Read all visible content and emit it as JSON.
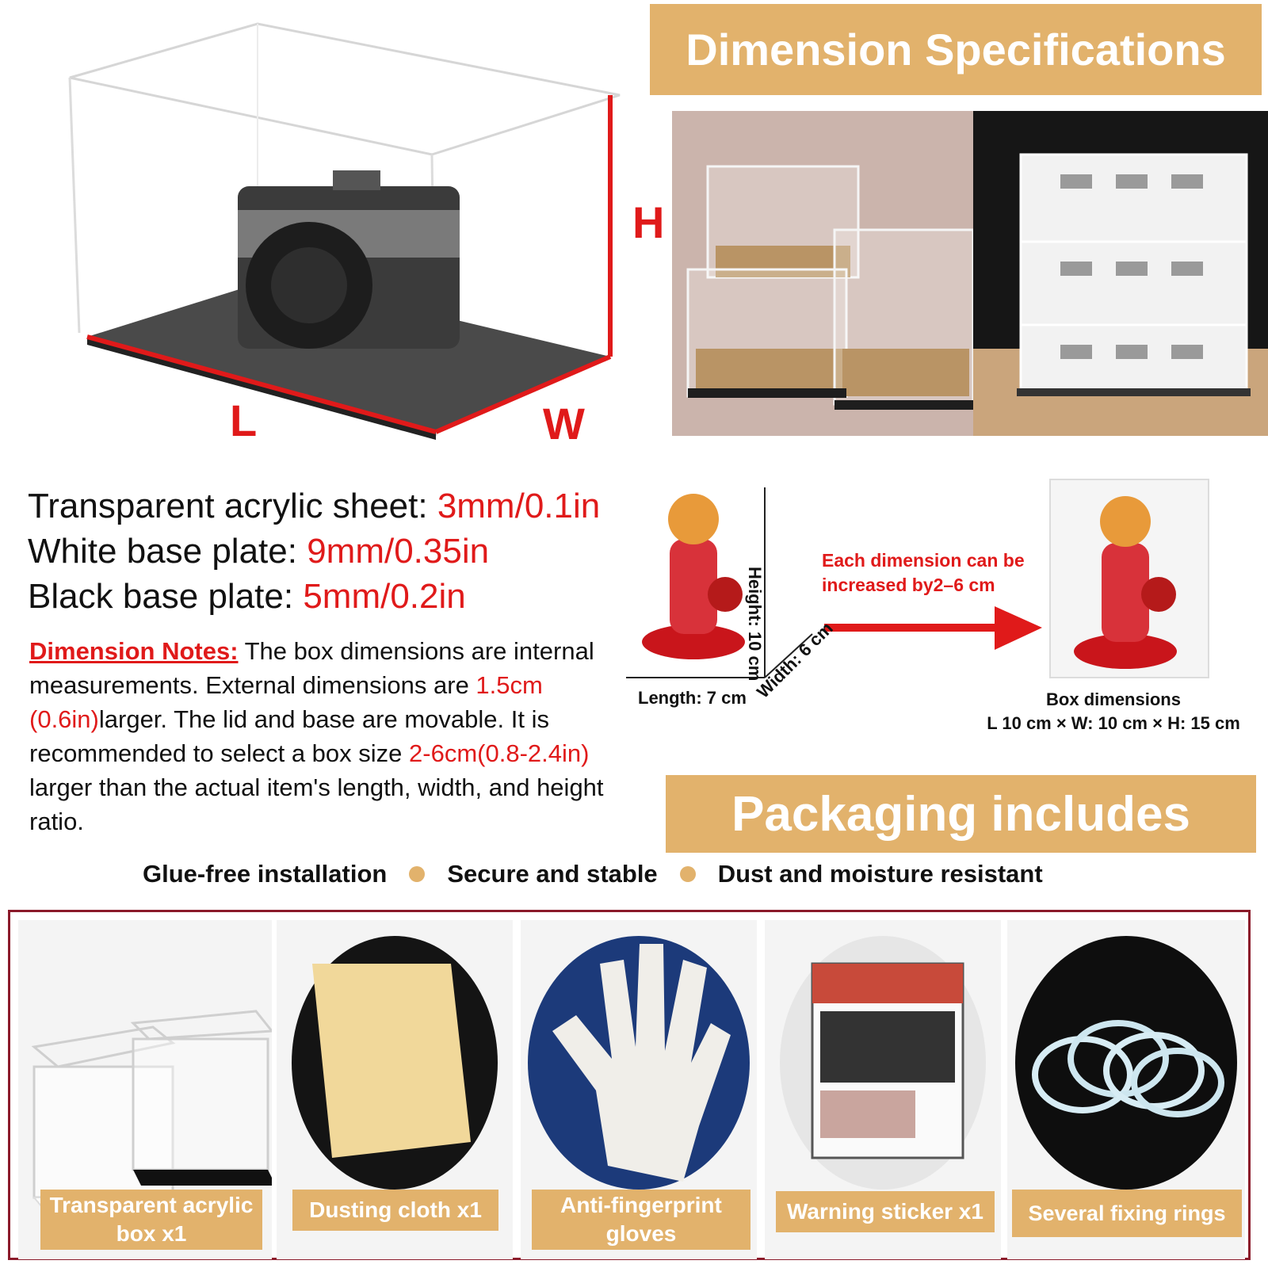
{
  "header": {
    "title": "Dimension Specifications"
  },
  "box_diagram": {
    "h": "H",
    "l": "L",
    "w": "W"
  },
  "specs": [
    {
      "label": "Transparent acrylic sheet: ",
      "value": "3mm/0.1in"
    },
    {
      "label": "White base plate: ",
      "value": "9mm/0.35in"
    },
    {
      "label": "Black base plate: ",
      "value": "5mm/0.2in"
    }
  ],
  "notes": {
    "heading": "Dimension Notes:",
    "t1": " The box dimensions are internal measurements. External dimensions are ",
    "v1": "1.5cm (0.6in)",
    "t2": "larger. The lid and base are movable. It is recommended to select a box size ",
    "v2": "2-6cm(0.8-2.4in)",
    "t3": " larger than the actual item's length, width, and height ratio."
  },
  "figure": {
    "height": "Height: 10 cm",
    "width": "Width: 6 cm",
    "length": "Length: 7 cm",
    "arrow_note_1": "Each dimension can be",
    "arrow_note_2": "increased by2–6 cm",
    "box_dims_title": "Box dimensions",
    "box_dims_value": "L 10 cm × W: 10 cm × H: 15 cm"
  },
  "packaging": {
    "title": "Packaging includes",
    "features": [
      "Glue-free installation",
      "Secure and stable",
      "Dust and moisture resistant"
    ],
    "items": [
      {
        "label": "Transparent acrylic box x1"
      },
      {
        "label": "Dusting cloth x1"
      },
      {
        "label": "Anti-fingerprint gloves"
      },
      {
        "label": "Warning sticker x1"
      },
      {
        "label": "Several fixing rings"
      }
    ]
  },
  "colors": {
    "accent": "#e2b26c",
    "highlight": "#e01a1a",
    "border": "#8b1a2a"
  }
}
